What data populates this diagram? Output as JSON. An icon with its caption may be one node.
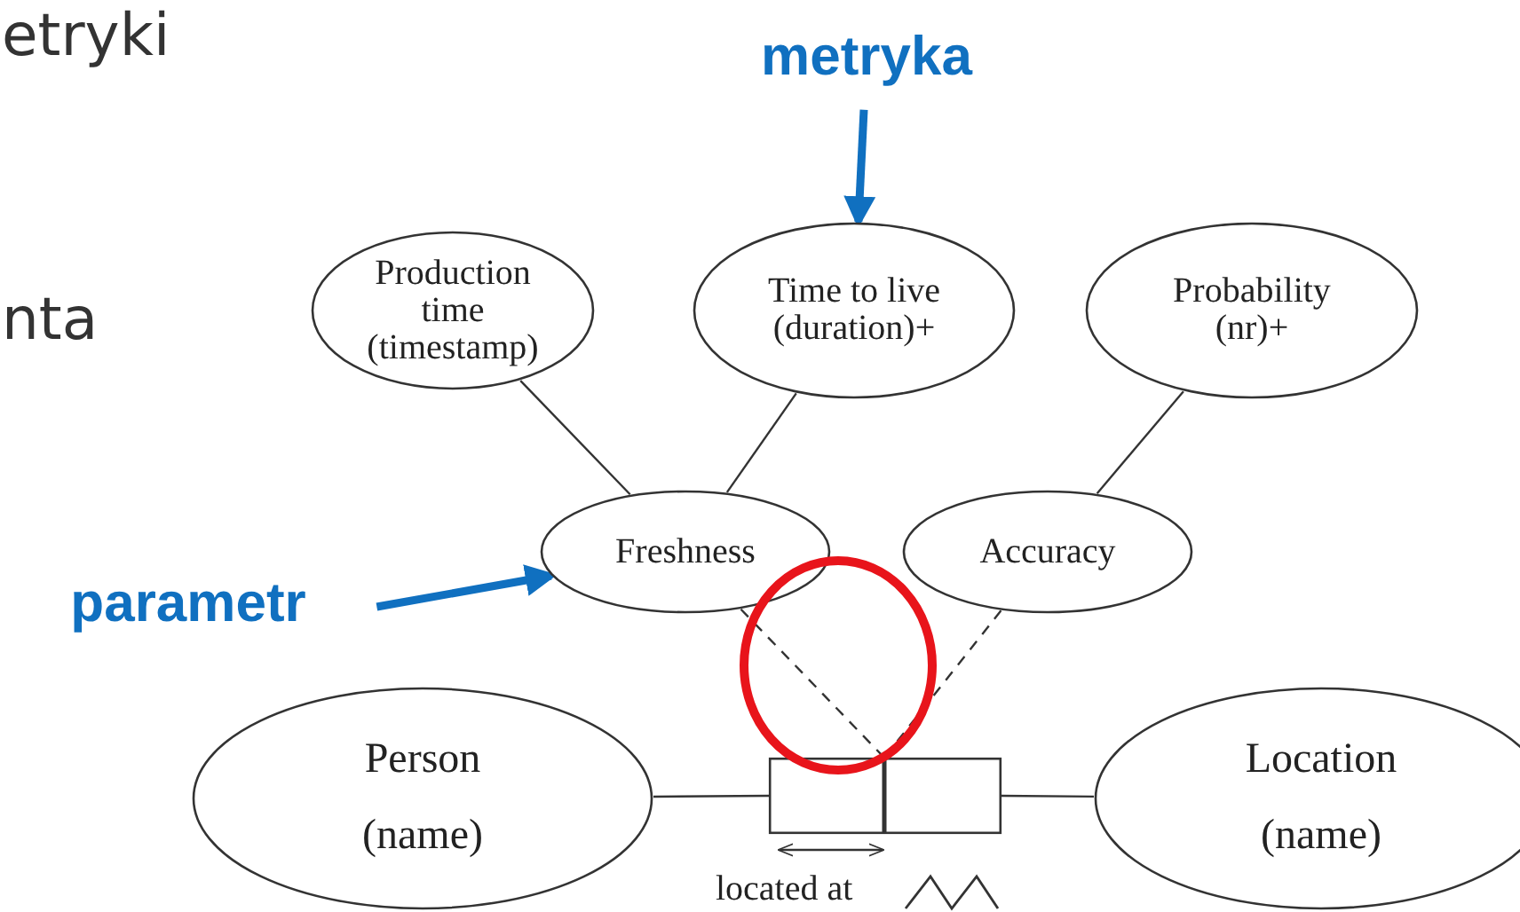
{
  "diagram": {
    "nodes": [
      {
        "text": [
          "metryka"
        ]
      },
      {
        "text": [
          "Production time (timestamp)"
        ]
      },
      {
        "text": [
          "Time to live (duration)+"
        ]
      },
      {
        "text": [
          "Probability (nr)+"
        ]
      },
      {
        "text": [
          "parametr"
        ]
      },
      {
        "text": [
          "Freshness"
        ]
      },
      {
        "text": [
          "Accuracy"
        ]
      },
      {
        "text": [
          "Person (name)"
        ]
      },
      {
        "text": [],
        "shape": "box"
      },
      {
        "text": [],
        "shape": "box"
      },
      {
        "text": [
          "Location (name)"
        ]
      }
    ],
    "edges": [
      {
        "from": 0,
        "to": 2,
        "arrow": "to",
        "style": "thick",
        "color": "#1070c0"
      },
      {
        "from": 4,
        "to": 5,
        "arrow": "to",
        "style": "thick",
        "color": "#1070c0"
      },
      {
        "from": 1,
        "to": 5,
        "arrow": "none"
      },
      {
        "from": 2,
        "to": 5,
        "arrow": "none"
      },
      {
        "from": 3,
        "to": 6,
        "arrow": "none"
      },
      {
        "from": 5,
        "to": 8,
        "arrow": "none",
        "style": "dashed"
      },
      {
        "from": 6,
        "to": 9,
        "arrow": "none",
        "style": "dashed"
      },
      {
        "from": 7,
        "to": 8,
        "arrow": "none"
      },
      {
        "from": 9,
        "to": 10,
        "arrow": "none"
      }
    ],
    "labels": [
      "etryki",
      "nta",
      "located at"
    ]
  }
}
